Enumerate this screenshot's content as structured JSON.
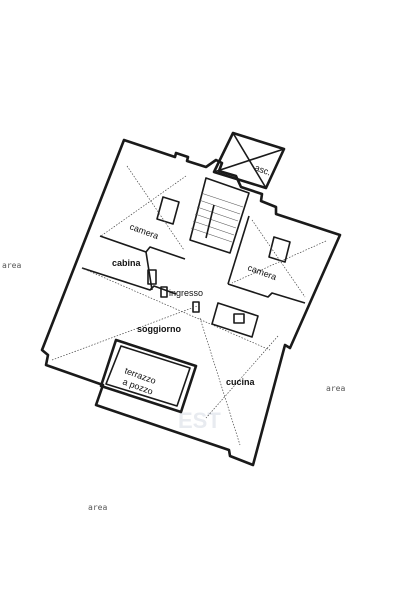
{
  "plan": {
    "rooms": {
      "camera_left": "camera",
      "camera_right": "camera",
      "cabina": "cabina",
      "ingresso": "ingresso",
      "soggiorno": "soggiorno",
      "cucina": "cucina",
      "terrazzo_line1": "terrazzo",
      "terrazzo_line2": "a pozzo",
      "asc": "asc."
    },
    "outside": {
      "left": "area",
      "right": "area",
      "bottom": "area"
    }
  }
}
